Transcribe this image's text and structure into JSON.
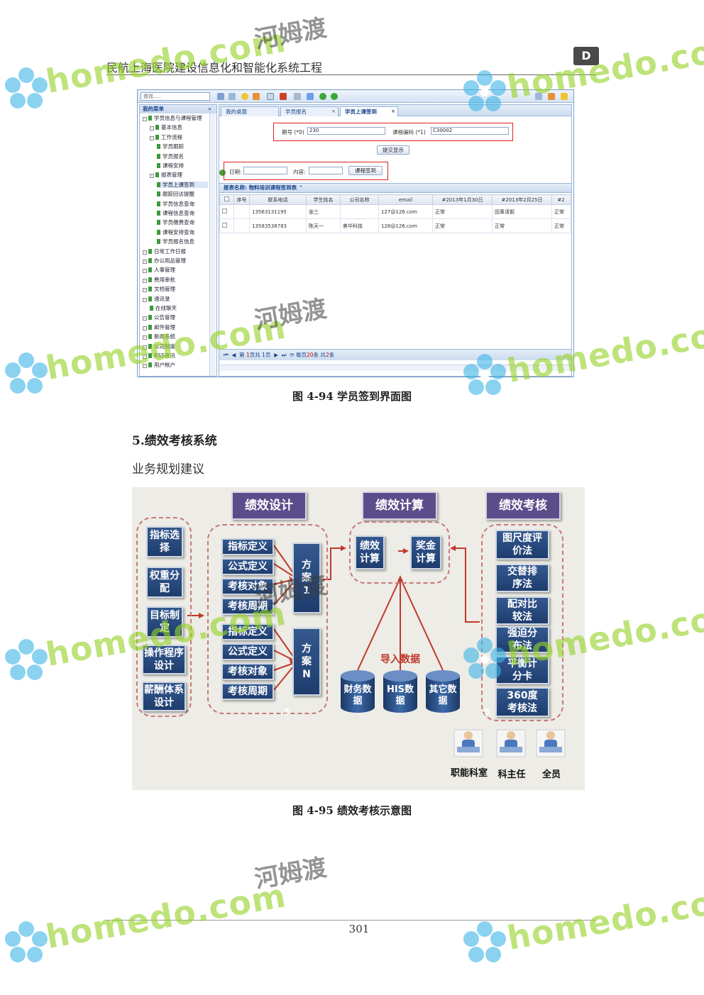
{
  "header": {
    "title": "民航上海医院建设信息化和智能化系统工程"
  },
  "screenshot": {
    "search_placeholder": "查找.....",
    "sidebar_title": "我的菜单",
    "tree": [
      {
        "label": "学员信息与课程管理",
        "level": 0,
        "kind": "folder"
      },
      {
        "label": "基本信息",
        "level": 1,
        "kind": "folder"
      },
      {
        "label": "工作流程",
        "level": 1,
        "kind": "folder"
      },
      {
        "label": "学员跟踪",
        "level": 2,
        "kind": "leaf"
      },
      {
        "label": "学员报名",
        "level": 2,
        "kind": "leaf"
      },
      {
        "label": "课程安排",
        "level": 2,
        "kind": "leaf"
      },
      {
        "label": "报表管理",
        "level": 1,
        "kind": "folder"
      },
      {
        "label": "学员上课签到",
        "level": 2,
        "kind": "leaf",
        "selected": true
      },
      {
        "label": "跟踪回访提醒",
        "level": 2,
        "kind": "leaf"
      },
      {
        "label": "学员信息查询",
        "level": 2,
        "kind": "leaf"
      },
      {
        "label": "课程信息查询",
        "level": 2,
        "kind": "leaf"
      },
      {
        "label": "学员缴费查询",
        "level": 2,
        "kind": "leaf"
      },
      {
        "label": "课程安排查询",
        "level": 2,
        "kind": "leaf"
      },
      {
        "label": "学员报名信息",
        "level": 2,
        "kind": "leaf"
      },
      {
        "label": "日常工作日报",
        "level": 0,
        "kind": "folder"
      },
      {
        "label": "办公用品管理",
        "level": 0,
        "kind": "folder"
      },
      {
        "label": "人事管理",
        "level": 0,
        "kind": "folder"
      },
      {
        "label": "费用审批",
        "level": 0,
        "kind": "folder"
      },
      {
        "label": "文档管理",
        "level": 0,
        "kind": "folder"
      },
      {
        "label": "通讯录",
        "level": 0,
        "kind": "folder"
      },
      {
        "label": "在线聊天",
        "level": 1,
        "kind": "leaf"
      },
      {
        "label": "公告管理",
        "level": 0,
        "kind": "folder"
      },
      {
        "label": "邮件管理",
        "level": 0,
        "kind": "folder"
      },
      {
        "label": "新闻系统",
        "level": 0,
        "kind": "folder"
      },
      {
        "label": "公司制度",
        "level": 0,
        "kind": "folder"
      },
      {
        "label": "RSS资讯",
        "level": 0,
        "kind": "folder"
      },
      {
        "label": "用户帐户",
        "level": 0,
        "kind": "folder"
      }
    ],
    "tabs": [
      {
        "label": "我的桌面",
        "closable": false
      },
      {
        "label": "学员报名",
        "closable": true
      },
      {
        "label": "学员上课签到",
        "closable": true,
        "active": true
      }
    ],
    "form": {
      "period_label": "期号 (*0)",
      "period_value": "230",
      "course_label": "课程编码 (*1)",
      "course_value": "C30002",
      "submit_label": "提交显示",
      "date_label": "日期:",
      "content_label": "内容:",
      "signin_label": "课程签到"
    },
    "report_name": "报表名称: 物料培训课程签到表",
    "columns": [
      "序号",
      "联系电话",
      "学生姓名",
      "公司名称",
      "email",
      "#2013年1月30日",
      "#2013年2月25日",
      "#2"
    ],
    "rows": [
      [
        "",
        "13563131195",
        "张三",
        "",
        "127@126.com",
        "正常",
        "因事请假",
        "正常"
      ],
      [
        "",
        "13583538783",
        "陈天一",
        "美华科技",
        "128@126.com",
        "正常",
        "正常",
        "正常"
      ]
    ],
    "pager": {
      "page_prefix": "第",
      "page_current": "1",
      "page_of": "页共",
      "page_total": "1",
      "page_suffix": "页",
      "per_page_prefix": "每页",
      "per_page": "20",
      "per_page_mid": "条 共",
      "total": "2",
      "total_suffix": "条"
    }
  },
  "captions": {
    "fig94": "图 4-94  学员签到界面图",
    "section": "5.绩效考核系统",
    "subtitle": "业务规划建议",
    "fig95": "图 4-95  绩效考核示意图"
  },
  "diagram": {
    "titles": {
      "design": "绩效设计",
      "calc": "绩效计算",
      "assess": "绩效考核"
    },
    "left_boxes": [
      "指标选择",
      "权重分配",
      "目标制定",
      "操作程序设计",
      "薪酬体系设计"
    ],
    "plan1_items": [
      "指标定义",
      "公式定义",
      "考核对象",
      "考核周期"
    ],
    "plan2_items": [
      "指标定义",
      "公式定义",
      "考核对象",
      "考核周期"
    ],
    "plan1": "方案1",
    "planN": "方案N",
    "calc_boxes": [
      "绩效计算",
      "奖金计算"
    ],
    "import_label": "导入数据",
    "sources": [
      "财务数据",
      "HIS数据",
      "其它数据"
    ],
    "assess_boxes": [
      "图尺度评价法",
      "交替排序法",
      "配对比较法",
      "强迫分布法",
      "平衡计分卡",
      "360度考核法"
    ],
    "roles": [
      "职能科室",
      "科主任",
      "全员"
    ],
    "marks": [
      "5",
      "5"
    ]
  },
  "footer": {
    "page_number": "301"
  },
  "watermarks": {
    "site": "homedo.com",
    "brand_cn": "河姆渡"
  }
}
